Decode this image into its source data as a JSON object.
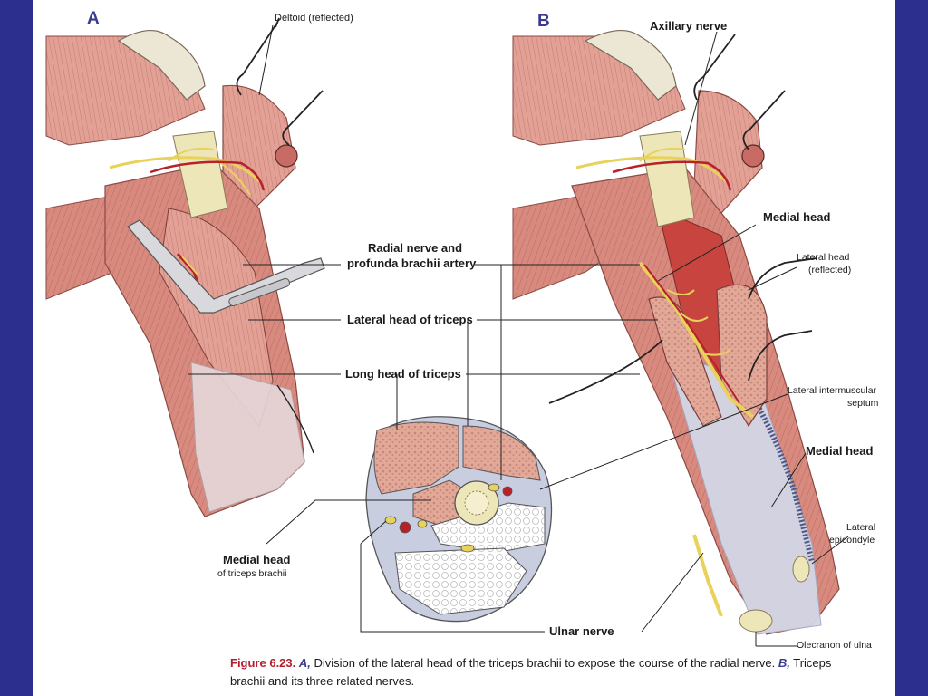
{
  "panels": {
    "a": "A",
    "b": "B"
  },
  "labels": {
    "deltoid": "Deltoid (reflected)",
    "axillary_nerve": "Axillary nerve",
    "radial_nerve_line1": "Radial nerve and",
    "radial_nerve_line2": "profunda brachii artery",
    "lateral_head": "Lateral head of triceps",
    "long_head": "Long head of triceps",
    "medial_head_top": "Medial head",
    "lateral_head_reflected_line1": "Lateral head",
    "lateral_head_reflected_line2": "(reflected)",
    "lateral_septum_line1": "Lateral intermuscular",
    "lateral_septum_line2": "septum",
    "medial_head_right": "Medial head",
    "lateral_epicondyle_line1": "Lateral",
    "lateral_epicondyle_line2": "epicondyle",
    "olecranon": "Olecranon of ulna",
    "medial_head_left_line1": "Medial head",
    "medial_head_left_line2": "of triceps brachii",
    "ulnar_nerve": "Ulnar nerve"
  },
  "caption": {
    "fig_number": "Figure 6.23.",
    "part_a": "A,",
    "text_a": " Division of the lateral head of the triceps brachii to expose the course of the radial nerve.",
    "part_b": "B,",
    "text_b": " Triceps brachii and its three related nerves."
  },
  "colors": {
    "background": "#2d2f8f",
    "muscle": "#d98a7f",
    "muscle_light": "#e9b3a8",
    "fascia": "#c9cde0",
    "nerve": "#e8d25a",
    "artery": "#b8202a",
    "bone": "#ece6b8"
  }
}
